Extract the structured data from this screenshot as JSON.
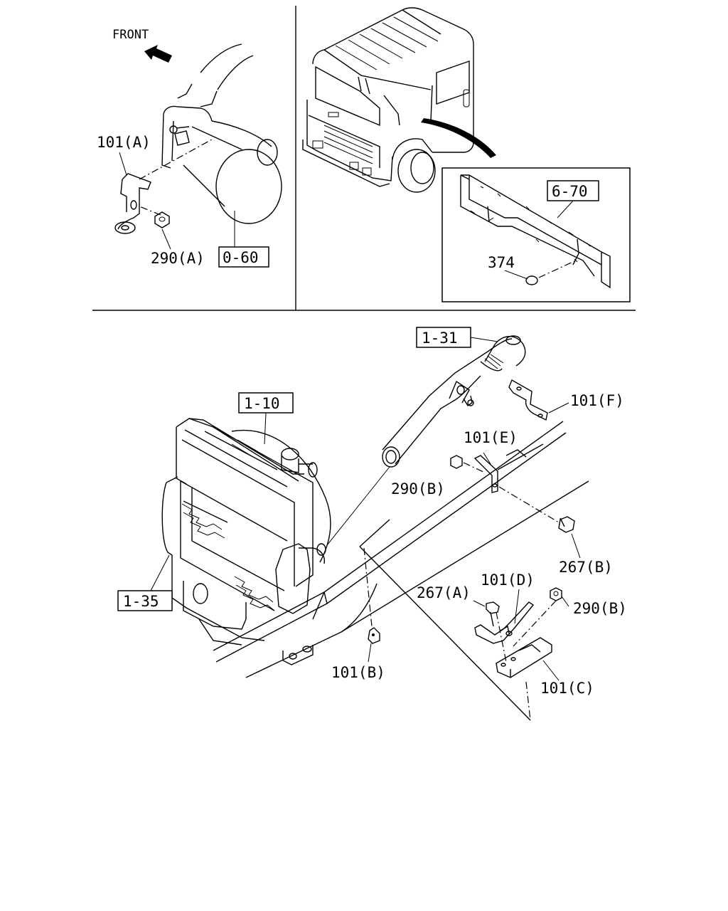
{
  "direction_label": "FRONT",
  "part_labels": {
    "p101a": "101(A)",
    "p290a": "290(A)",
    "p374": "374",
    "p101f": "101(F)",
    "p101e": "101(E)",
    "p290b_1": "290(B)",
    "p267b": "267(B)",
    "p267a": "267(A)",
    "p101d": "101(D)",
    "p290b_2": "290(B)",
    "p101b": "101(B)",
    "p101c": "101(C)"
  },
  "reference_boxes": {
    "r060": "0-60",
    "r670": "6-70",
    "r131": "1-31",
    "r110": "1-10",
    "r135": "1-35"
  }
}
